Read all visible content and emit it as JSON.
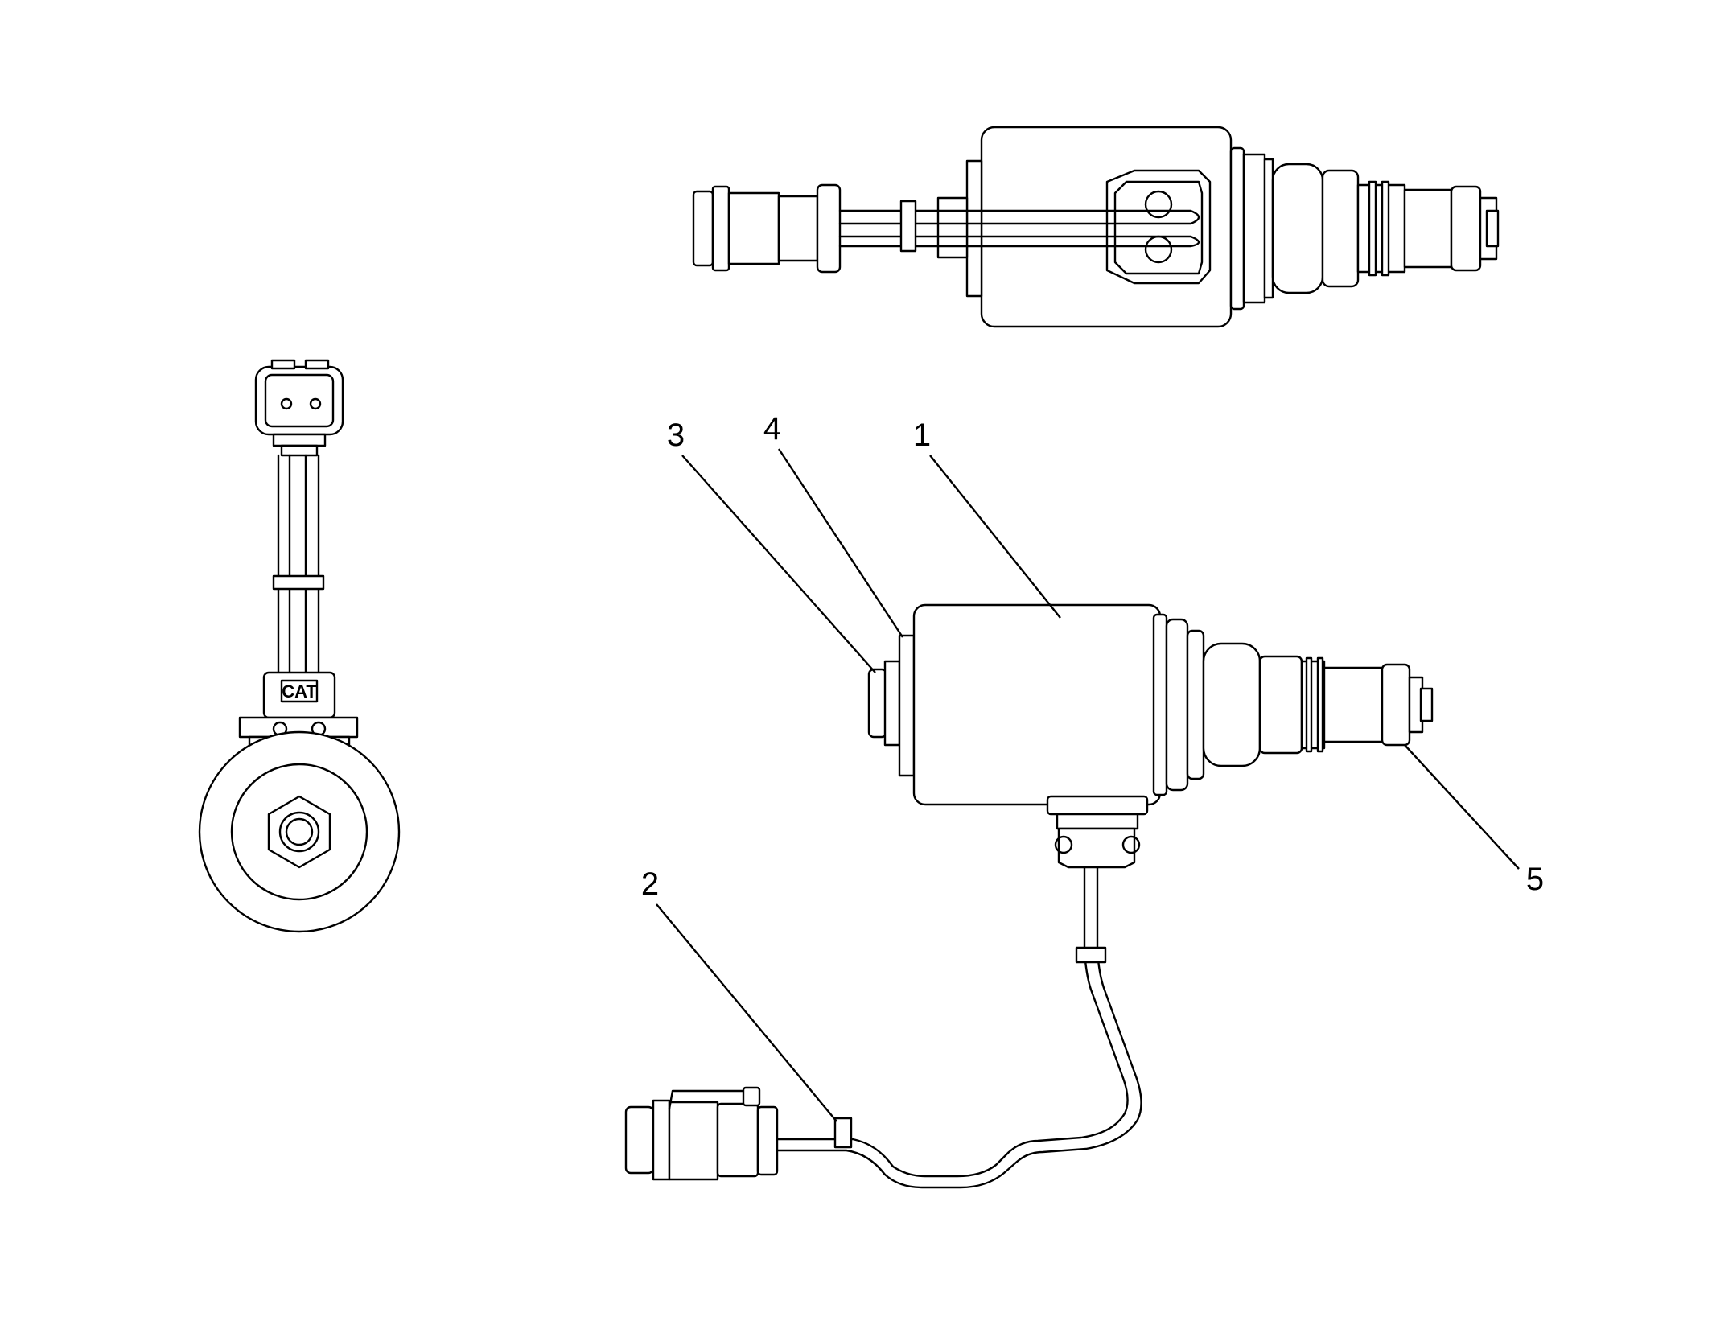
{
  "callouts": [
    {
      "id": "1",
      "label": "1"
    },
    {
      "id": "2",
      "label": "2"
    },
    {
      "id": "3",
      "label": "3"
    },
    {
      "id": "4",
      "label": "4"
    },
    {
      "id": "5",
      "label": "5"
    }
  ],
  "logo": {
    "text": "CAT"
  },
  "colors": {
    "line": "#000000",
    "background": "#ffffff"
  }
}
